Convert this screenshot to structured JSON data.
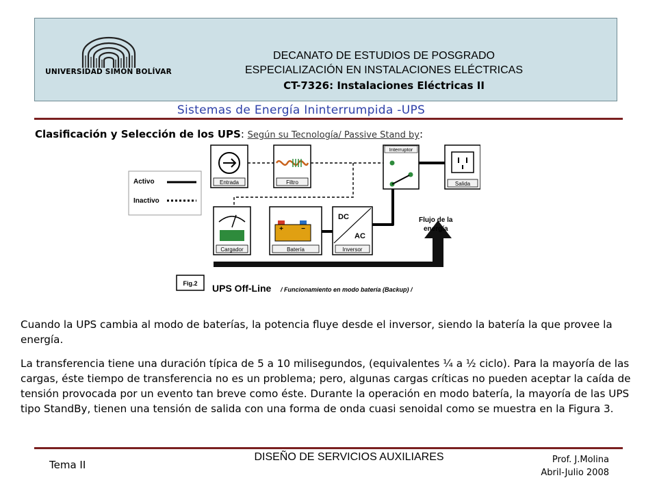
{
  "header": {
    "university": "UNIVERSIDAD SIMÓN BOLÍVAR",
    "line1": "DECANATO DE ESTUDIOS DE POSGRADO",
    "line2": "ESPECIALIZACIÓN EN INSTALACIONES ELÉCTRICAS",
    "line3": "CT-7326: Instalaciones Eléctricas II"
  },
  "title": "Sistemas de Energía Ininterrumpida -UPS",
  "subtitle": {
    "bold": "Clasificación y Selección de los UPS",
    "sep": ": ",
    "underlined": "Según su Tecnología/ Passive Stand by",
    "end": ":"
  },
  "figure": {
    "legend_active": "Activo",
    "legend_inactive": "Inactivo",
    "entrada": "Entrada",
    "filtro": "Filtro",
    "interruptor": "Interruptor",
    "salida": "Salida",
    "cargador": "Cargador",
    "bateria": "Batería",
    "inversor": "Inversor",
    "dc": "DC",
    "ac": "AC",
    "plus": "+",
    "minus": "−",
    "flujo1": "Flujo de la",
    "flujo2": "energía",
    "fig_label": "Fig.2",
    "caption_main": "UPS Off-Line",
    "caption_rest": " / Funcionamiento en modo batería (Backup) /"
  },
  "para1": "Cuando la UPS cambia al modo de baterías, la potencia fluye desde el inversor, siendo la batería la que provee la energía.",
  "para2": "La transferencia tiene una duración típica de 5 a 10 milisegundos, (equivalentes ¼ a ½ ciclo). Para la mayoría de las cargas, éste tiempo de transferencia no es un problema; pero, algunas cargas críticas no pueden aceptar la caída de tensión provocada por un evento tan breve como éste. Durante la operación en modo batería, la mayoría de las UPS tipo StandBy, tienen una tensión de salida con una forma de onda cuasi senoidal como se muestra en la Figura 3.",
  "footer": {
    "tema": "Tema II",
    "course": "DISEÑO DE SERVICIOS AUXILIARES",
    "prof": "Prof. J.Molina",
    "period": "Abril-Julio 2008"
  }
}
